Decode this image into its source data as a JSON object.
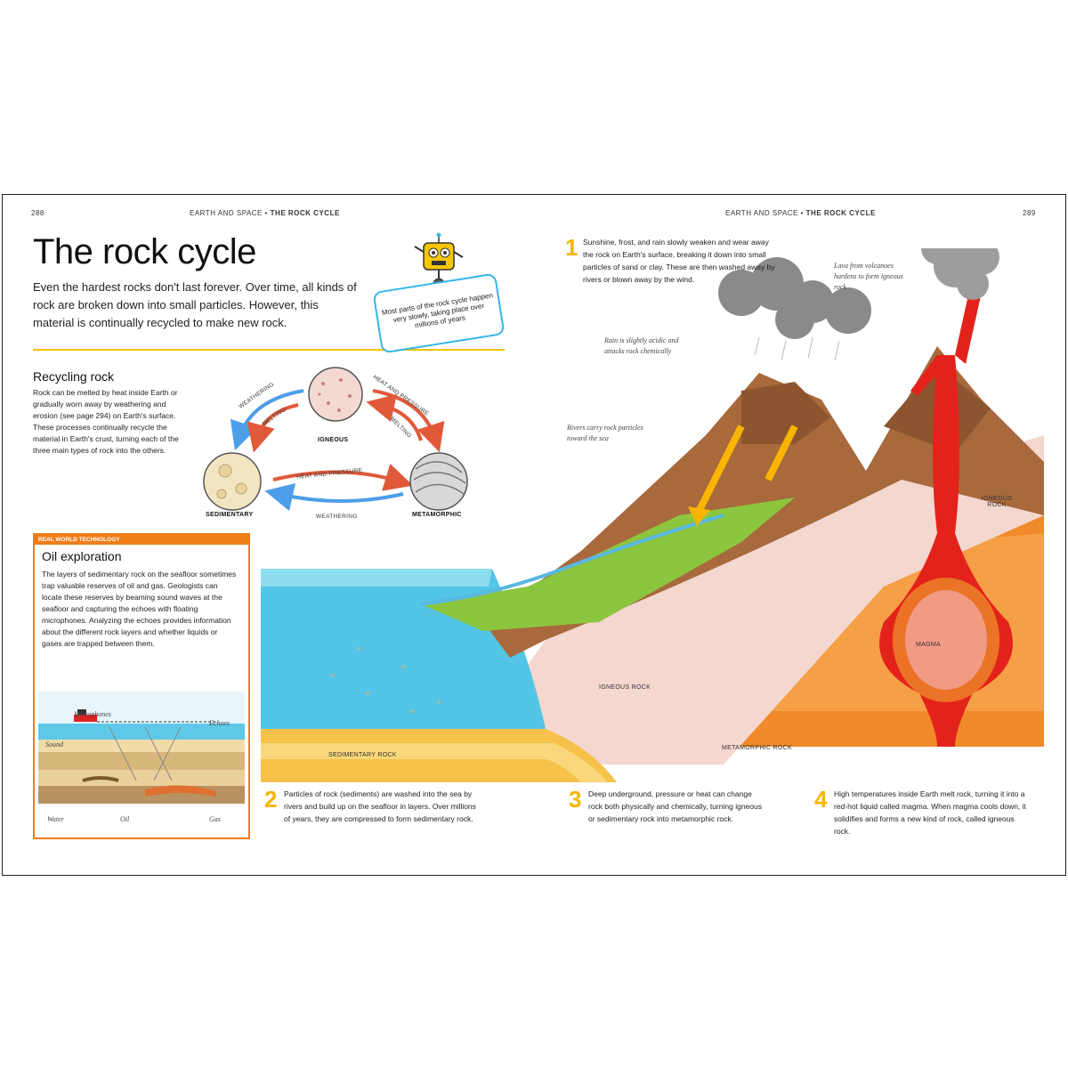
{
  "header": {
    "left_page_number": "288",
    "right_page_number": "289",
    "left_section": "EARTH AND SPACE",
    "left_topic": "THE ROCK CYCLE",
    "right_section": "EARTH AND SPACE",
    "right_topic": "THE ROCK CYCLE",
    "separator": "•"
  },
  "title": "The rock cycle",
  "intro": "Even the hardest rocks don't last forever. Over time, all kinds of rock are broken down into small particles. However, this material is continually recycled to make new rock.",
  "speech_bubble": "Most parts of the rock cycle happen very slowly, taking place over millions of years",
  "recycling": {
    "heading": "Recycling rock",
    "body": "Rock can be melted by heat inside Earth or gradually worn away by weathering and erosion (see page 294) on Earth's surface. These processes continually recycle the material in Earth's crust, turning each of the three main types of rock into the others.",
    "labels": {
      "igneous": "IGNEOUS",
      "sedimentary": "SEDIMENTARY",
      "metamorphic": "METAMORPHIC",
      "weathering_top": "WEATHERING",
      "melting_left": "MELTING",
      "heat_pressure_top": "HEAT AND PRESSURE",
      "melting_right": "MELTING",
      "heat_pressure_bottom": "HEAT AND PRESSURE",
      "weathering_bottom": "WEATHERING"
    }
  },
  "oil_box": {
    "tag": "REAL WORLD TECHNOLOGY",
    "heading": "Oil exploration",
    "body": "The layers of sedimentary rock on the seafloor sometimes trap valuable reserves of oil and gas. Geologists can locate these reserves by beaming sound waves at the seafloor and capturing the echoes with floating microphones. Analyzing the echoes provides information about the different rock layers and whether liquids or gases are trapped between them.",
    "labels": {
      "microphones": "Microphones",
      "echoes": "Echoes",
      "sound": "Sound",
      "water": "Water",
      "oil": "Oil",
      "gas": "Gas"
    }
  },
  "steps": [
    {
      "num": "1",
      "text": "Sunshine, frost, and rain slowly weaken and wear away the rock on Earth's surface, breaking it down into small particles of sand or clay. These are then washed away by rivers or blown away by the wind."
    },
    {
      "num": "2",
      "text": "Particles of rock (sediments) are washed into the sea by rivers and build up on the seafloor in layers. Over millions of years, they are compressed to form sedimentary rock."
    },
    {
      "num": "3",
      "text": "Deep underground, pressure or heat can change rock both physically and chemically, turning igneous or sedimentary rock into metamorphic rock."
    },
    {
      "num": "4",
      "text": "High temperatures inside Earth melt rock, turning it into a red-hot liquid called magma. When magma cools down, it solidifies and forms a new kind of rock, called igneous rock."
    }
  ],
  "annotations": {
    "lava": "Lava from volcanoes hardens to form igneous rock",
    "rain": "Rain is slightly acidic and attacks rock chemically",
    "rivers": "Rivers carry rock particles toward the sea"
  },
  "diagram_labels": {
    "igneous_rock_right": "IGNEOUS ROCK",
    "magma": "MAGMA",
    "igneous_rock": "IGNEOUS ROCK",
    "metamorphic_rock": "METAMORPHIC ROCK",
    "sedimentary_rock": "SEDIMENTARY ROCK"
  },
  "colors": {
    "accent_yellow": "#f7b500",
    "orange": "#ef7d1a",
    "magma_red": "#e3231b",
    "sea": "#4fc3e0",
    "grass": "#8cc63f",
    "mountain": "#a86a3c"
  }
}
